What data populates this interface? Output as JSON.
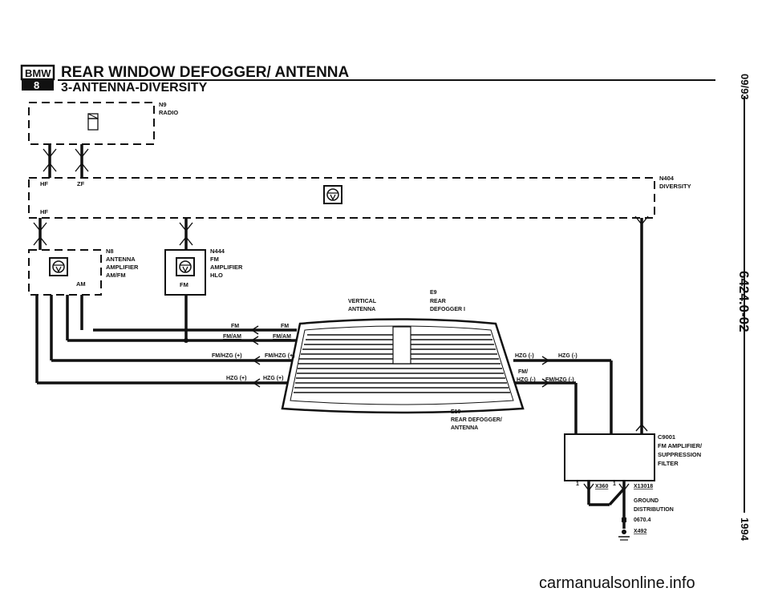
{
  "header": {
    "logo_top": "BMW",
    "logo_bottom": "8",
    "title": "REAR WINDOW DEFOGGER/ ANTENNA",
    "subtitle": "3-ANTENNA-DIVERSITY"
  },
  "side": {
    "date": "09/93",
    "doc_number": "6424.0-02",
    "year": "1994"
  },
  "components": {
    "n9": {
      "id": "N9",
      "name": "RADIO"
    },
    "n404": {
      "id": "N404",
      "name": "DIVERSITY",
      "pin_hf": "HF",
      "pin_zf": "ZF",
      "pin_hf2": "HF"
    },
    "n8": {
      "id": "N8",
      "name_1": "ANTENNA",
      "name_2": "AMPLIFIER",
      "name_3": "AM/FM",
      "pin": "AM"
    },
    "n444": {
      "id": "N444",
      "name_1": "FM",
      "name_2": "AMPLIFIER",
      "name_3": "HLO",
      "pin": "FM"
    },
    "e9": {
      "id": "E9",
      "name_1": "REAR",
      "name_2": "DEFOGGER I"
    },
    "vertical_antenna": {
      "name_1": "VERTICAL",
      "name_2": "ANTENNA"
    },
    "e10": {
      "id": "E10",
      "name_1": "REAR DEFOGGER/",
      "name_2": "ANTENNA"
    },
    "c9001": {
      "id": "C9001",
      "name_1": "FM AMPLIFIER/",
      "name_2": "SUPPRESSION",
      "name_3": "FILTER"
    },
    "ground": {
      "name_1": "GROUND",
      "name_2": "DISTRIBUTION",
      "ref": "0670.4",
      "connector": "X492"
    }
  },
  "wires": {
    "fm_left": "FM",
    "fm_right": "FM",
    "fmam_left": "FM/AM",
    "fmam_right": "FM/AM",
    "fmhzg_left": "FM/HZG (+)",
    "fmhzg_right": "FM/HZG (+)",
    "hzg_plus_left": "HZG (+)",
    "hzg_plus_right": "HZG (+)",
    "hzg_minus_1": "HZG (-)",
    "hzg_minus_2": "HZG (-)",
    "fm_slash": "FM/",
    "hzg_minus_3": "HZG (-)",
    "fmhzg_minus": "FM/HZG (-)"
  },
  "connectors": {
    "x360": "X360",
    "x13018": "X13018",
    "pin_a": "1",
    "pin_b": "1"
  },
  "watermark": "carmanualsonline.info"
}
